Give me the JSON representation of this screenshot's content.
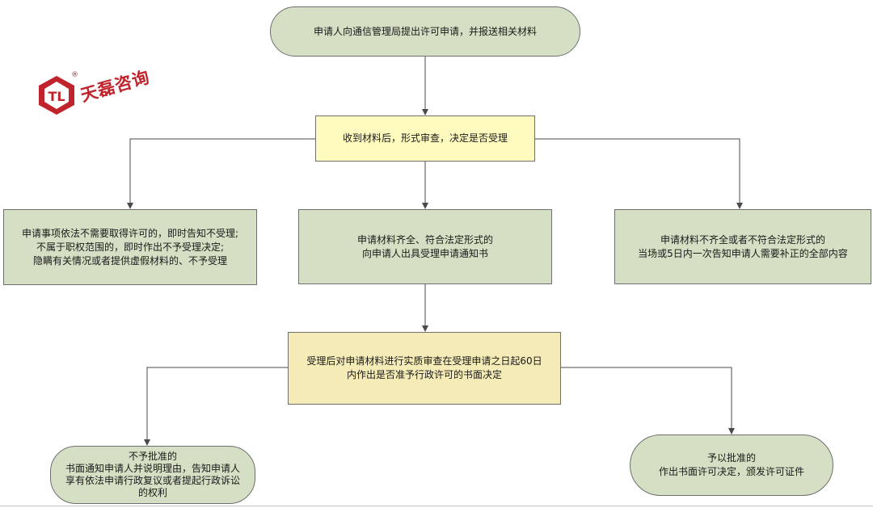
{
  "logo": {
    "text": "天磊咨询",
    "mark": "TL",
    "reg": "®",
    "color": "#c0232b"
  },
  "nodes": {
    "start": "申请人向通信管理局提出许可申请，并报送相关材料",
    "review": "收到材料后，形式审查，决定是否受理",
    "left": "申请事项依法不需要取得许可的，即时告知不受理;\n不属于职权范围的，即时作出不予受理决定;\n隐瞒有关情况或者提供虚假材料的、不予受理",
    "center": "申请材料齐全、符合法定形式的\n向申请人出具受理申请通知书",
    "right": "申请材料不齐全或者不符合法定形式的\n当场或5日内一次告知申请人需要补正的全部内容",
    "substantive": "受理后对申请材料进行实质审查在受理申请之日起60日\n内作出是否准予行政许可的书面决定",
    "reject": "不予批准的\n书面通知申请人并说明理由，告知申请人\n享有依法申请行政复议或者提起行政诉讼\n的权利",
    "approve": "予以批准的\n作出书面许可决定，颁发许可证件"
  },
  "colors": {
    "green": "#d4dfc3",
    "yellow": "#fffbbf",
    "cream": "#f4ebb7",
    "border": "#6f6f6f",
    "line": "#4a4a4a"
  }
}
